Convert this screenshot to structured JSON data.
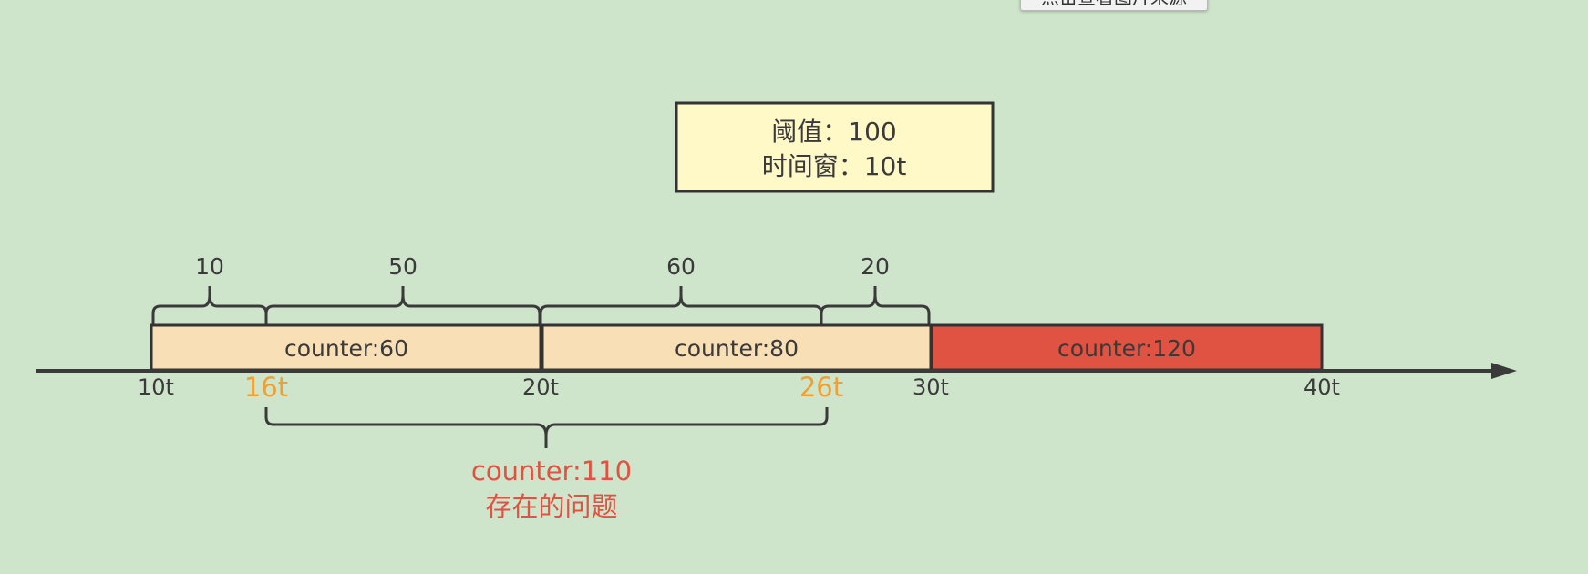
{
  "tooltip": {
    "label": "点击查看图片来源"
  },
  "info_box": {
    "threshold_line": "阈值：100",
    "window_line": "时间窗：10t"
  },
  "segments": [
    {
      "label": "counter:60",
      "fill": "#f8dfb5"
    },
    {
      "label": "counter:80",
      "fill": "#f8dfb5"
    },
    {
      "label": "counter:120",
      "fill": "#e05241"
    }
  ],
  "braces_top": [
    "10",
    "50",
    "60",
    "20"
  ],
  "ticks": {
    "t10": "10t",
    "t16": "16t",
    "t20": "20t",
    "t26": "26t",
    "t30": "30t",
    "t40": "40t"
  },
  "problem": {
    "counter": "counter:110",
    "note": "存在的问题"
  },
  "colors": {
    "background": "#cfe5cb",
    "highlight_tick": "#f0a030",
    "problem_text": "#e05241",
    "info_box_fill": "#fff9c8",
    "line": "#333333"
  }
}
